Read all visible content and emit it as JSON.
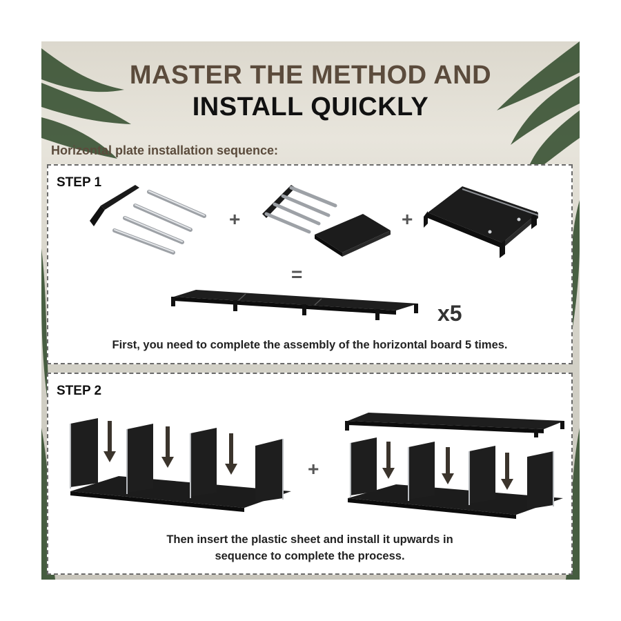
{
  "header": {
    "title_line1": "MASTER THE METHOD AND",
    "title_line2": "INSTALL QUICKLY",
    "subtitle": "Horizontal plate installation sequence:"
  },
  "step1": {
    "label": "STEP 1",
    "plus_a": "+",
    "plus_b": "+",
    "equals": "=",
    "multiplier": "x5",
    "caption": "First, you need to complete the assembly of the horizontal board 5 times."
  },
  "step2": {
    "label": "STEP 2",
    "plus": "+",
    "caption_line1": "Then insert the plastic sheet and install it upwards in",
    "caption_line2": "sequence to complete the process."
  },
  "colors": {
    "title_brown": "#5b4b3c",
    "title_black": "#111111",
    "board_black": "#1a1a1a",
    "rod_silver": "#b9bcc0"
  }
}
